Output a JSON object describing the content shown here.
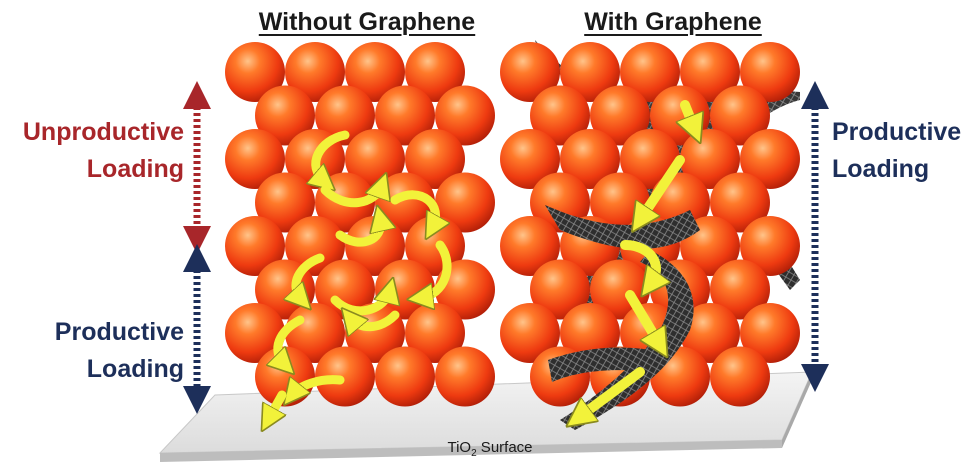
{
  "titles": {
    "left": "Without Graphene",
    "right": "With Graphene"
  },
  "labels": {
    "unproductive_line1": "Unproductive",
    "unproductive_line2": "Loading",
    "productive_left_line1": "Productive",
    "productive_left_line2": "Loading",
    "productive_right_line1": "Productive",
    "productive_right_line2": "Loading"
  },
  "surface": {
    "prefix": "TiO",
    "subscript": "2",
    "suffix": " Surface"
  },
  "colors": {
    "sphere": "#f24a12",
    "sphere_highlight": "#ffb27a",
    "sphere_shadow": "#b0200a",
    "arrow": "#f2f23a",
    "unproductive": "#a8262a",
    "productive": "#1d2f5a",
    "graphene": "#3b3b3b"
  }
}
